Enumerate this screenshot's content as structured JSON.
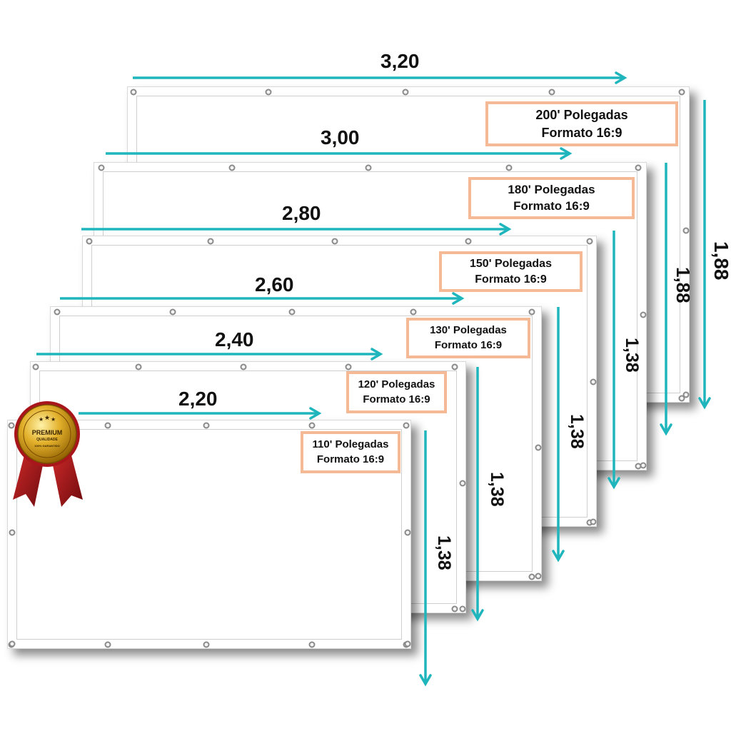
{
  "colors": {
    "arrow": "#1fb5bd",
    "label_border": "#f6b995",
    "text": "#111111",
    "seal_gold": "#d8a21a",
    "seal_ribbon": "#a8151a"
  },
  "seal": {
    "icon": "premium-quality-seal-icon",
    "line1": "PREMIUM",
    "line2": "QUALIDADE",
    "line3": "100% GARANTIDO"
  },
  "screens": [
    {
      "inches": "200' Polegadas",
      "format": "Formato 16:9",
      "width": "3,20",
      "height": "1,88"
    },
    {
      "inches": "180' Polegadas",
      "format": "Formato 16:9",
      "width": "3,00",
      "height": "1,88"
    },
    {
      "inches": "150' Polegadas",
      "format": "Formato 16:9",
      "width": "2,80",
      "height": "1,38"
    },
    {
      "inches": "130' Polegadas",
      "format": "Formato 16:9",
      "width": "2,60",
      "height": "1,38"
    },
    {
      "inches": "120' Polegadas",
      "format": "Formato 16:9",
      "width": "2,40",
      "height": "1,38"
    },
    {
      "inches": "110' Polegadas",
      "format": "Formato 16:9",
      "width": "2,20",
      "height": "1,38"
    }
  ]
}
